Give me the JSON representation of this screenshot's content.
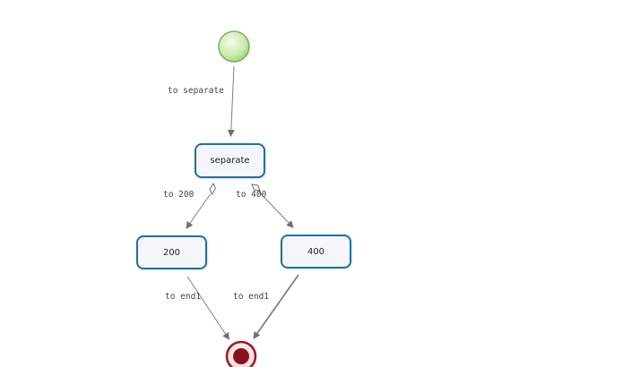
{
  "diagram": {
    "nodes": {
      "start": {
        "kind": "start-event",
        "color": "#c8e8a4"
      },
      "separate": {
        "label": "separate"
      },
      "task_200": {
        "label": "200"
      },
      "task_400": {
        "label": "400"
      },
      "end": {
        "kind": "end-event",
        "color": "#8a1020"
      }
    },
    "edges": {
      "start_to_separate": {
        "label": "to separate"
      },
      "separate_to_200": {
        "label": "to 200"
      },
      "separate_to_400": {
        "label": "to 400"
      },
      "task200_to_end": {
        "label": "to end1"
      },
      "task400_to_end": {
        "label": "to end1"
      }
    },
    "colors": {
      "node_border": "#1f6fa3",
      "node_fill": "#f4f6fc",
      "edge": "#808080"
    }
  }
}
